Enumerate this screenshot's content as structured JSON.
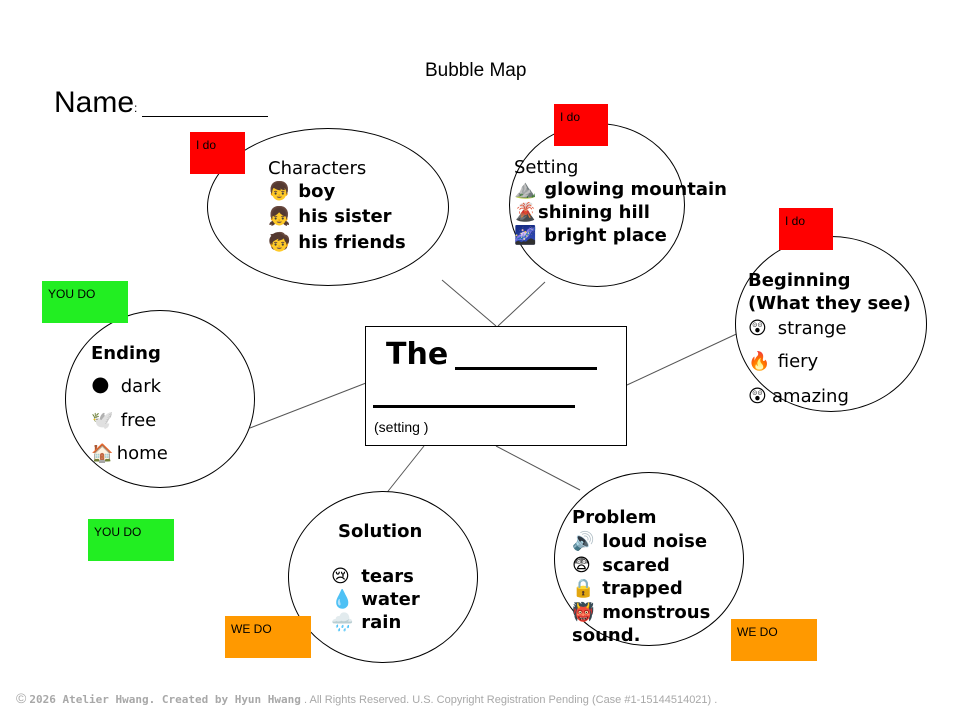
{
  "title": "Bubble Map",
  "name_label": "Name",
  "center": {
    "title": "The",
    "subtitle": "(setting )"
  },
  "tags": {
    "characters": "I do",
    "setting": "I do",
    "beginning": "I do",
    "ending": "YOU DO",
    "solution_you": "YOU DO",
    "solution": "WE DO",
    "problem": "WE DO"
  },
  "characters": {
    "heading": "Characters",
    "items": [
      {
        "icon": "boy-icon",
        "emoji": "👦",
        "text": "boy"
      },
      {
        "icon": "girl-icon",
        "emoji": "👧",
        "text": "his  sister"
      },
      {
        "icon": "child-icon",
        "emoji": "🧒",
        "text": "his friends"
      }
    ]
  },
  "setting": {
    "heading": "Setting",
    "items": [
      {
        "icon": "mountain-icon",
        "emoji": "⛰️",
        "text": "glowing mountain"
      },
      {
        "icon": "volcano-icon",
        "emoji": "🌋",
        "text": "shining  hill"
      },
      {
        "icon": "galaxy-icon",
        "emoji": "🌌",
        "text": "bright  place"
      }
    ]
  },
  "beginning": {
    "heading": "Beginning",
    "heading2": "(What they see)",
    "items": [
      {
        "icon": "astonished-face-icon",
        "emoji": "😲",
        "text": "strange"
      },
      {
        "icon": "fire-icon",
        "emoji": "🔥",
        "text": "fiery"
      },
      {
        "icon": "astonished-face-icon",
        "emoji": "😲",
        "text": "amazing"
      }
    ]
  },
  "ending": {
    "heading": "Ending",
    "items": [
      {
        "icon": "new-moon-icon",
        "emoji": "🌑",
        "text": "dark"
      },
      {
        "icon": "dove-icon",
        "emoji": "🕊️",
        "text": "free"
      },
      {
        "icon": "house-icon",
        "emoji": "🏠",
        "text": "home"
      }
    ]
  },
  "solution": {
    "heading": "Solution",
    "items": [
      {
        "icon": "crying-face-icon",
        "emoji": "😢",
        "text": "tears"
      },
      {
        "icon": "droplet-icon",
        "emoji": "💧",
        "text": "water"
      },
      {
        "icon": "rain-cloud-icon",
        "emoji": "🌧️",
        "text": "rain"
      }
    ]
  },
  "problem": {
    "heading": "Problem",
    "items": [
      {
        "icon": "speaker-icon",
        "emoji": "🔊",
        "text": "loud noise"
      },
      {
        "icon": "fearful-face-icon",
        "emoji": "😨",
        "text": "scared"
      },
      {
        "icon": "lock-icon",
        "emoji": "🔒",
        "text": "trapped"
      },
      {
        "icon": "ogre-icon",
        "emoji": "👹",
        "text": "monstrous"
      }
    ],
    "tail": "sound."
  },
  "footer": {
    "symbol": "©",
    "brand": "2026 Atelier Hwang. Created by Hyun Hwang",
    "rest": ". All Rights Reserved. U.S. Copyright Registration Pending (Case #1-15144514021) ."
  }
}
